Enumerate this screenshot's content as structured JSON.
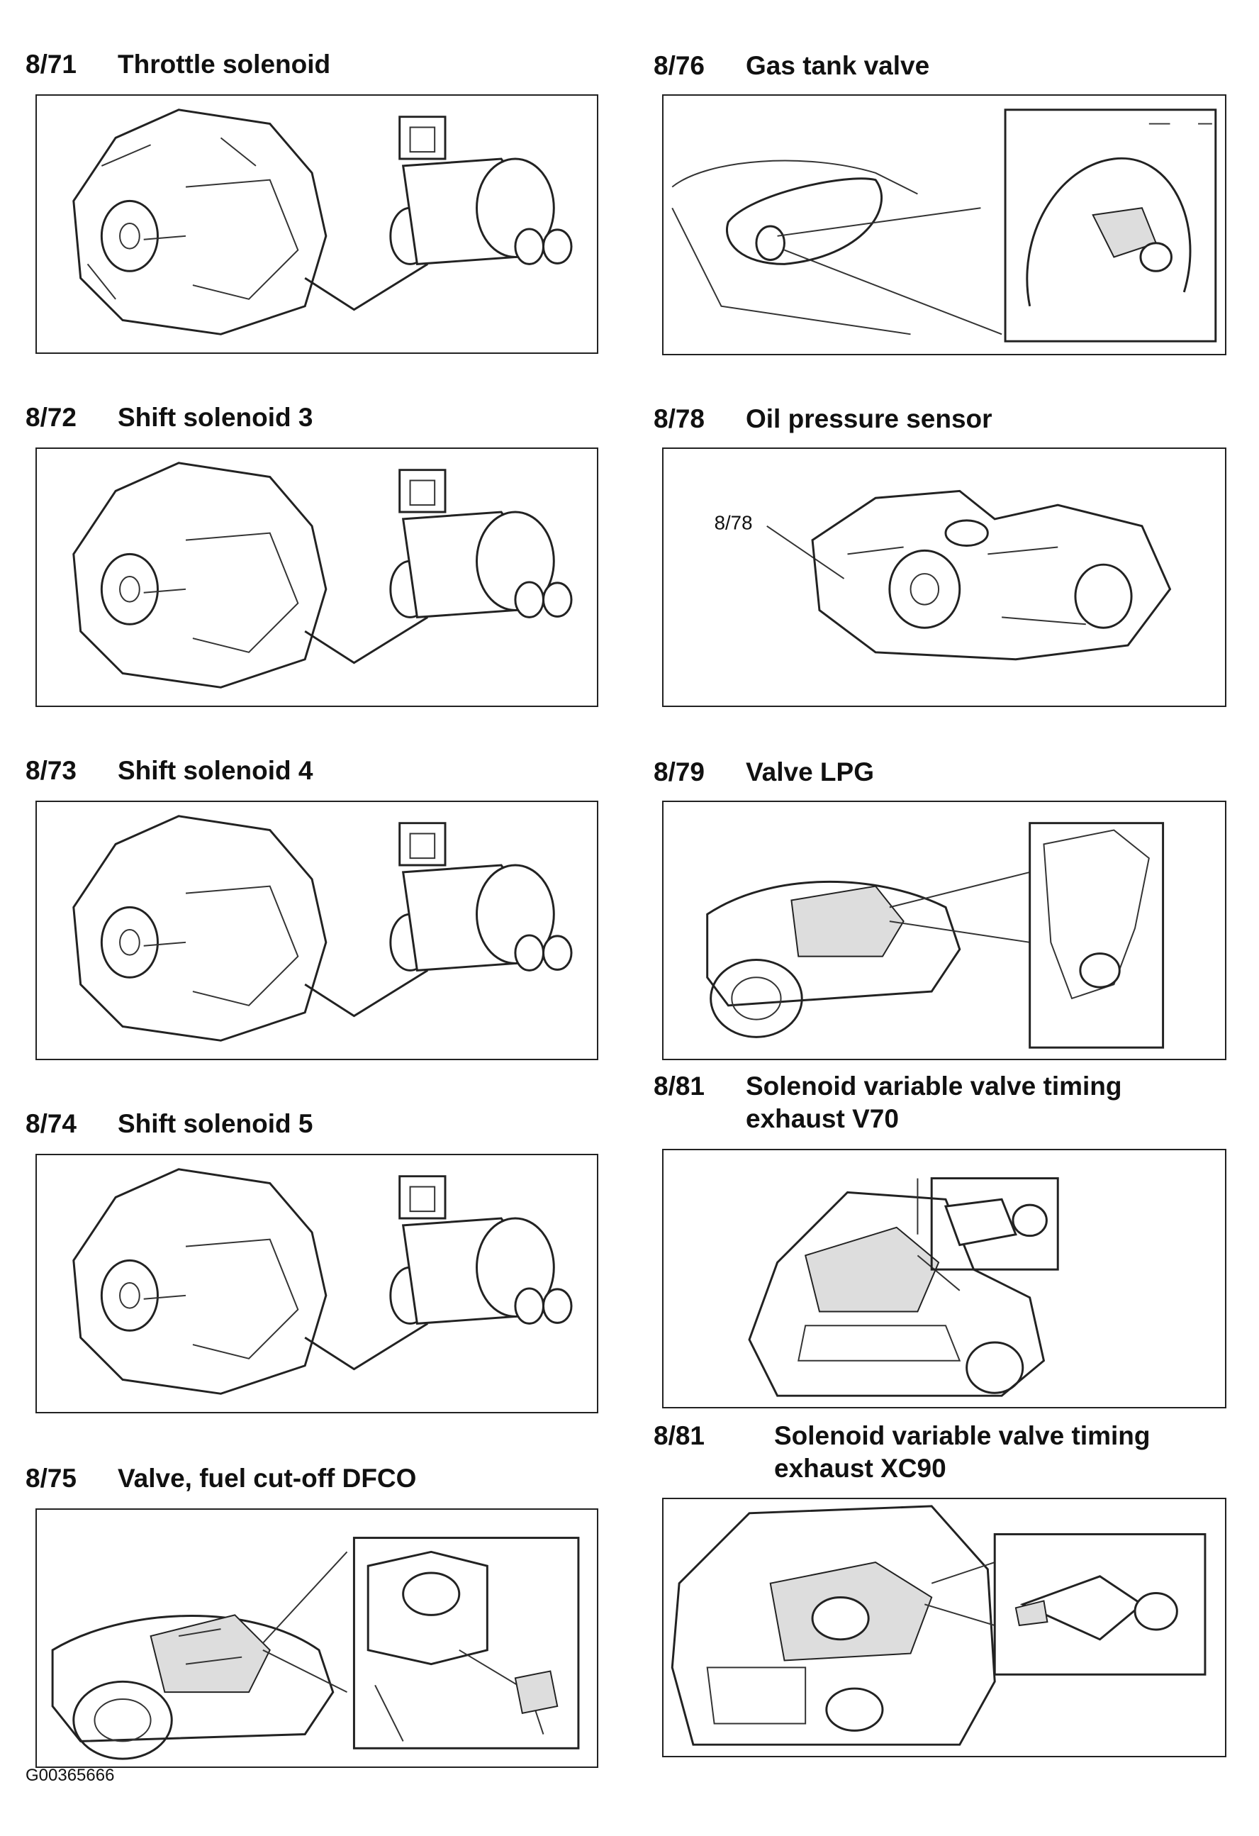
{
  "items": [
    {
      "number": "8/71",
      "name": "Throttle solenoid"
    },
    {
      "number": "8/72",
      "name": "Shift solenoid 3"
    },
    {
      "number": "8/73",
      "name": "Shift solenoid 4"
    },
    {
      "number": "8/74",
      "name": "Shift solenoid 5"
    },
    {
      "number": "8/75",
      "name": "Valve, fuel cut-off DFCO"
    },
    {
      "number": "8/76",
      "name": "Gas tank valve"
    },
    {
      "number": "8/78",
      "name": "Oil pressure sensor",
      "callout": "8/78"
    },
    {
      "number": "8/79",
      "name": "Valve LPG"
    },
    {
      "number": "8/81",
      "name": "Solenoid variable valve timing\nexhaust V70"
    },
    {
      "number": "8/81",
      "name": "Solenoid variable valve timing\nexhaust XC90"
    }
  ],
  "footer": {
    "code": "G00365666"
  }
}
